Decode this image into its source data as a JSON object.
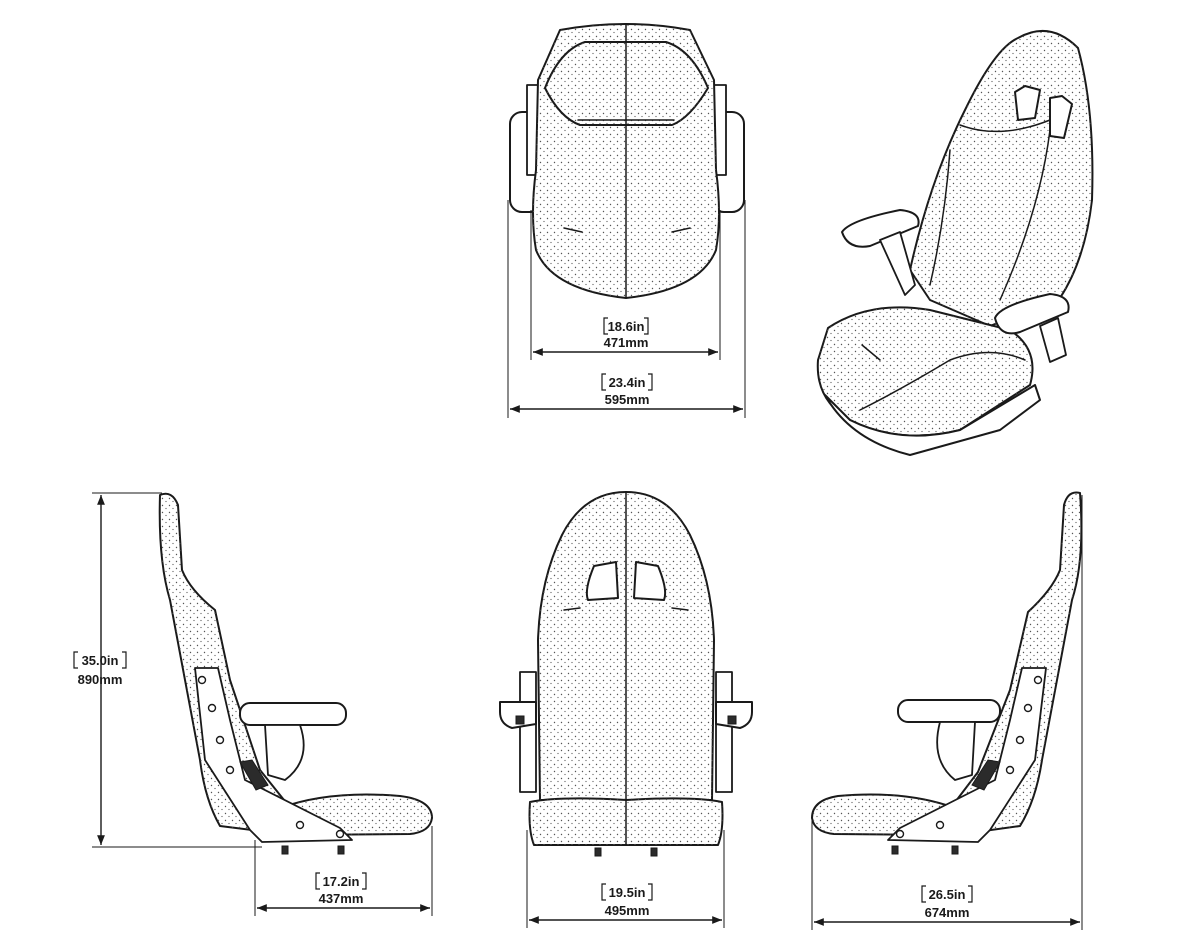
{
  "dimensions": {
    "top_inner": {
      "imperial": "18.6in",
      "metric": "471mm"
    },
    "top_outer": {
      "imperial": "23.4in",
      "metric": "595mm"
    },
    "height": {
      "imperial": "35.0in",
      "metric": "890mm"
    },
    "side_depth": {
      "imperial": "17.2in",
      "metric": "437mm"
    },
    "front_width": {
      "imperial": "19.5in",
      "metric": "495mm"
    },
    "side_length": {
      "imperial": "26.5in",
      "metric": "674mm"
    }
  },
  "colors": {
    "line": "#1a1a1a",
    "background": "#ffffff",
    "texture": "#555555"
  }
}
